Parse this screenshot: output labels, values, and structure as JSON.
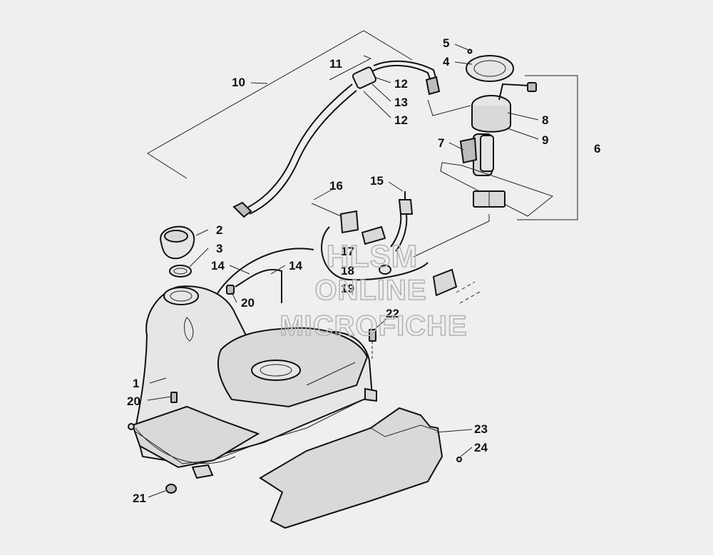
{
  "callouts": {
    "c1": "1",
    "c2": "2",
    "c3": "3",
    "c4": "4",
    "c5": "5",
    "c6": "6",
    "c7": "7",
    "c8": "8",
    "c9": "9",
    "c10": "10",
    "c11": "11",
    "c12a": "12",
    "c12b": "12",
    "c13": "13",
    "c14a": "14",
    "c14b": "14",
    "c15": "15",
    "c16": "16",
    "c17": "17",
    "c18": "18",
    "c19": "19",
    "c20a": "20",
    "c20b": "20",
    "c21": "21",
    "c22": "22",
    "c23": "23",
    "c24": "24"
  },
  "watermark": {
    "line1": "HLSM",
    "line2": "ONLINE",
    "line3": "MICROFICHE"
  }
}
